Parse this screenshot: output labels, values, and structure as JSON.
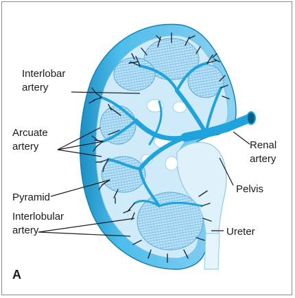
{
  "figure": {
    "panel_letter": "A",
    "labels": {
      "interlobar_1": "Interlobar",
      "interlobar_2": "artery",
      "arcuate_1": "Arcuate",
      "arcuate_2": "artery",
      "pyramid": "Pyramid",
      "interlobular_1": "Interlobular",
      "interlobular_2": "artery",
      "renal_1": "Renal",
      "renal_2": "artery",
      "pelvis": "Pelvis",
      "ureter": "Ureter"
    },
    "colors": {
      "cortex": "#3fb4e6",
      "cortex_edge": "#1d8fc4",
      "medulla_bg": "#cfeaf8",
      "pyramid_fill": "#a9d9f2",
      "artery": "#1fa3dc",
      "artery_dark": "#157fb3",
      "pelvis": "#dff1fa",
      "ink": "#1a1a1a"
    }
  }
}
